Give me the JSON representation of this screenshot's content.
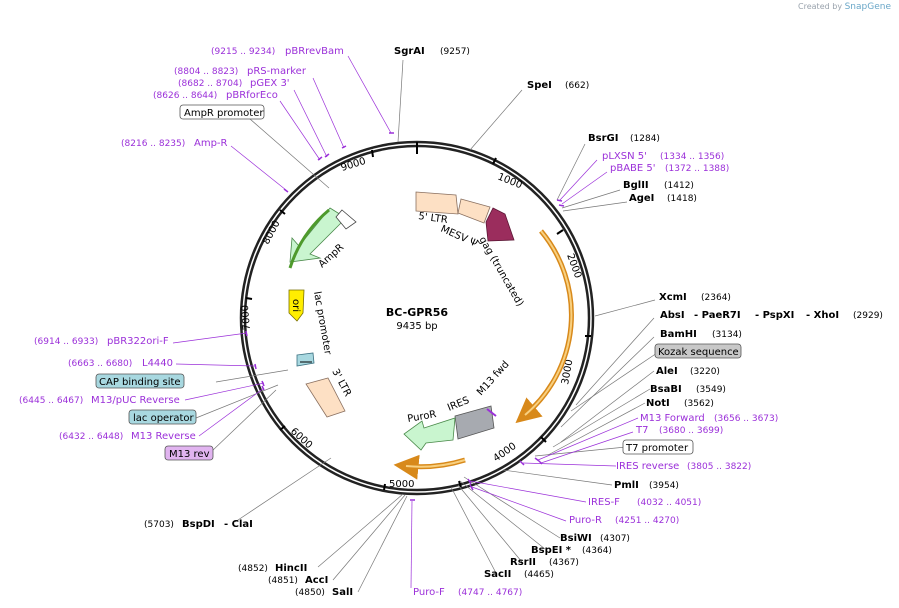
{
  "header": {
    "created_by": "Created by",
    "brand": "SnapGene"
  },
  "plasmid": {
    "name": "BC-GPR56",
    "size": "9435 bp"
  },
  "ticks": [
    "1000",
    "2000",
    "3000",
    "4000",
    "5000",
    "6000",
    "7000",
    "8000",
    "9000"
  ],
  "features": {
    "ltr5": "5' LTR",
    "mesv": "MESV Ψ",
    "gag": "gag (truncated)",
    "ampr": "AmpR",
    "ori": "ori",
    "lac_promoter": "lac promoter",
    "ltr3": "3' LTR",
    "ires": "IRES",
    "puror": "PuroR",
    "m13fwd": "M13 fwd"
  },
  "enzymes": {
    "sgai": {
      "name": "SgrAI",
      "pos": "(9257)"
    },
    "spei": {
      "name": "SpeI",
      "pos": "(662)"
    },
    "bsrgi": {
      "name": "BsrGI",
      "pos": "(1284)"
    },
    "bglii": {
      "name": "BglII",
      "pos": "(1412)"
    },
    "agei": {
      "name": "AgeI",
      "pos": "(1418)"
    },
    "xcmi": {
      "name": "XcmI",
      "pos": "(2364)"
    },
    "absi": {
      "name": "AbsI",
      "sep1": "- PaeR7I",
      "sep2": "- PspXI",
      "sep3": "- XhoI",
      "pos": "(2929)"
    },
    "bamhi": {
      "name": "BamHI",
      "pos": "(3134)"
    },
    "alei": {
      "name": "AleI",
      "pos": "(3220)"
    },
    "bsabi": {
      "name": "BsaBI",
      "pos": "(3549)"
    },
    "noti": {
      "name": "NotI",
      "pos": "(3562)"
    },
    "pmli": {
      "name": "PmlI",
      "pos": "(3954)"
    },
    "bsiwi": {
      "name": "BsiWI",
      "pos": "(4307)"
    },
    "bspei": {
      "name": "BspEI *",
      "pos": "(4364)"
    },
    "rsrii": {
      "name": "RsrII",
      "pos": "(4367)"
    },
    "sacii": {
      "name": "SacII",
      "pos": "(4465)"
    },
    "bspdi": {
      "name": "BspDI",
      "sep": "- ClaI",
      "pos": "(5703)"
    },
    "hincii": {
      "name": "HincII",
      "pos": "(4852)"
    },
    "acci": {
      "name": "AccI",
      "pos": "(4851)"
    },
    "sali": {
      "name": "SalI",
      "pos": "(4850)"
    }
  },
  "primers": {
    "pbrrevbam": {
      "name": "pBRrevBam",
      "pos": "(9215 .. 9234)"
    },
    "prsmarker": {
      "name": "pRS-marker",
      "pos": "(8804 .. 8823)"
    },
    "pgex3": {
      "name": "pGEX 3'",
      "pos": "(8682 .. 8704)"
    },
    "pbrforeco": {
      "name": "pBRforEco",
      "pos": "(8626 .. 8644)"
    },
    "ampr_r": {
      "name": "Amp-R",
      "pos": "(8216 .. 8235)"
    },
    "plxsn5": {
      "name": "pLXSN 5'",
      "pos": "(1334 .. 1356)"
    },
    "pbabe5": {
      "name": "pBABE 5'",
      "pos": "(1372 .. 1388)"
    },
    "pbr322ori": {
      "name": "pBR322ori-F",
      "pos": "(6914 .. 6933)"
    },
    "l4440": {
      "name": "L4440",
      "pos": "(6663 .. 6680)"
    },
    "m13puc": {
      "name": "M13/pUC Reverse",
      "pos": "(6445 .. 6467)"
    },
    "m13rev": {
      "name": "M13 Reverse",
      "pos": "(6432 .. 6448)"
    },
    "m13forward": {
      "name": "M13 Forward",
      "pos": "(3656 .. 3673)"
    },
    "t7": {
      "name": "T7",
      "pos": "(3680 .. 3699)"
    },
    "iresrev": {
      "name": "IRES reverse",
      "pos": "(3805 .. 3822)"
    },
    "iresf": {
      "name": "IRES-F",
      "pos": "(4032 .. 4051)"
    },
    "puror": {
      "name": "Puro-R",
      "pos": "(4251 .. 4270)"
    },
    "purof": {
      "name": "Puro-F",
      "pos": "(4747 .. 4767)"
    }
  },
  "boxes": {
    "ampr_promoter": "AmpR promoter",
    "kozak": "Kozak sequence",
    "t7_promoter": "T7 promoter",
    "cap": "CAP binding site",
    "lac_operator": "lac operator",
    "m13rev": "M13 rev"
  },
  "colors": {
    "ltr": "#fde0c4",
    "gag": "#9b2d5d",
    "ampr": "#c9f5cf",
    "ori": "#ffee00",
    "ires": "#a7aab0",
    "puror": "#c9f5cf",
    "orf": "#f0a830",
    "primer": "#9b30d9",
    "cap_box": "#a8d8e0",
    "kozak_box": "#c8c8c8",
    "m13_box": "#e1b4f0"
  }
}
